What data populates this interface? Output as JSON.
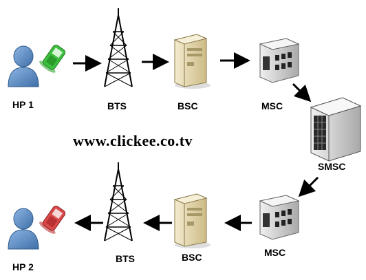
{
  "diagram": {
    "watermark": "www.clickee.co.tv",
    "nodes": {
      "hp1": "HP 1",
      "bts_top": "BTS",
      "bsc_top": "BSC",
      "msc_top": "MSC",
      "smsc": "SMSC",
      "msc_bottom": "MSC",
      "bsc_bottom": "BSC",
      "bts_bottom": "BTS",
      "hp2": "HP 2"
    },
    "icons": {
      "phone_top": "mobile-phone-icon",
      "phone_bottom": "mobile-phone-icon"
    },
    "colors": {
      "person": "#5b8fc9",
      "phone_top": "#3fbf3f",
      "phone_bottom": "#d84a4a",
      "server": "#e6d8a8",
      "building": "#cfcfcf"
    }
  }
}
